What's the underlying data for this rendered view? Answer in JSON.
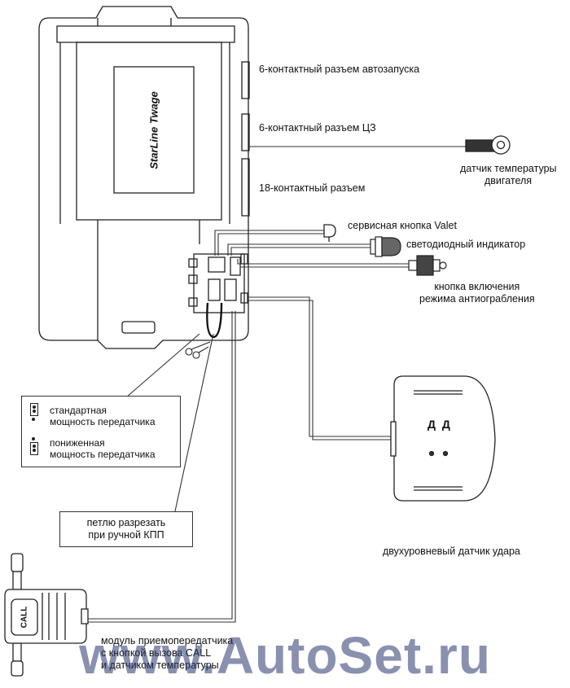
{
  "unit": {
    "brand_label": "StarLine Twage"
  },
  "connectors": {
    "autostart": "6-контактный разъем автозапуска",
    "central_lock": "6-контактный разъем ЦЗ",
    "main18": "18-контактный разъем"
  },
  "devices": {
    "temp_sensor_line1": "датчик температуры",
    "temp_sensor_line2": "двигателя",
    "valet": "сервисная кнопка Valet",
    "led": "светодиодный индикатор",
    "antihijack_line1": "кнопка включения",
    "antihijack_line2": "режима антиограбления",
    "shock_sensor": "двухуровневый датчик удара",
    "shock_sensor_marking": "Д Д",
    "transceiver_line1": "модуль приемопередатчика",
    "transceiver_line2": "с кнопкой вызова CALL",
    "transceiver_line3": "и датчиком температуры",
    "call_button": "CALL"
  },
  "legend": {
    "standard_line1": "стандартная",
    "standard_line2": "мощность передатчика",
    "reduced_line1": "пониженная",
    "reduced_line2": "мощность передатчика"
  },
  "note": {
    "line1": "петлю разрезать",
    "line2": "при ручной КПП"
  },
  "watermark": "www.AutoSet.ru"
}
